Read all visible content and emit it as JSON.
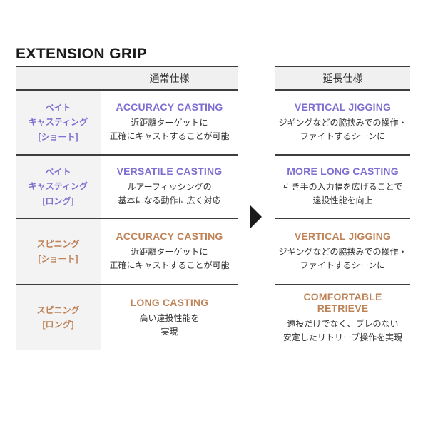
{
  "title": "EXTENSION GRIP",
  "colors": {
    "purple": "#7E6FD0",
    "orange": "#BF8358",
    "arrow": "#1A1A1A"
  },
  "table": {
    "normal_header": "通常仕様",
    "extended_header": "延長仕様"
  },
  "rows": [
    {
      "label": "ベイト\nキャスティング\n[ショート]",
      "theme": "purple",
      "normal": {
        "heading": "ACCURACY CASTING",
        "body": "近距離ターゲットに\n正確にキャストすることが可能"
      },
      "extended": {
        "heading": "VERTICAL JIGGING",
        "body": "ジギングなどの脇挟みでの操作・\nファイトするシーンに"
      }
    },
    {
      "label": "ベイト\nキャスティング\n[ロング]",
      "theme": "purple",
      "normal": {
        "heading": "VERSATILE CASTING",
        "body": "ルアーフィッシングの\n基本になる動作に広く対応"
      },
      "extended": {
        "heading": "MORE LONG CASTING",
        "body": "引き手の入力幅を広げることで\n遠投性能を向上"
      }
    },
    {
      "label": "スピニング\n[ショート]",
      "theme": "orange",
      "normal": {
        "heading": "ACCURACY CASTING",
        "body": "近距離ターゲットに\n正確にキャストすることが可能"
      },
      "extended": {
        "heading": "VERTICAL JIGGING",
        "body": "ジギングなどの脇挟みでの操作・\nファイトするシーンに"
      }
    },
    {
      "label": "スピニング\n[ロング]",
      "theme": "orange",
      "normal": {
        "heading": "LONG CASTING",
        "body": "高い遠投性能を\n実現"
      },
      "extended": {
        "heading": "COMFORTABLE RETRIEVE",
        "body": "遠投だけでなく、ブレのない\n安定したリトリーブ操作を実現"
      }
    }
  ]
}
